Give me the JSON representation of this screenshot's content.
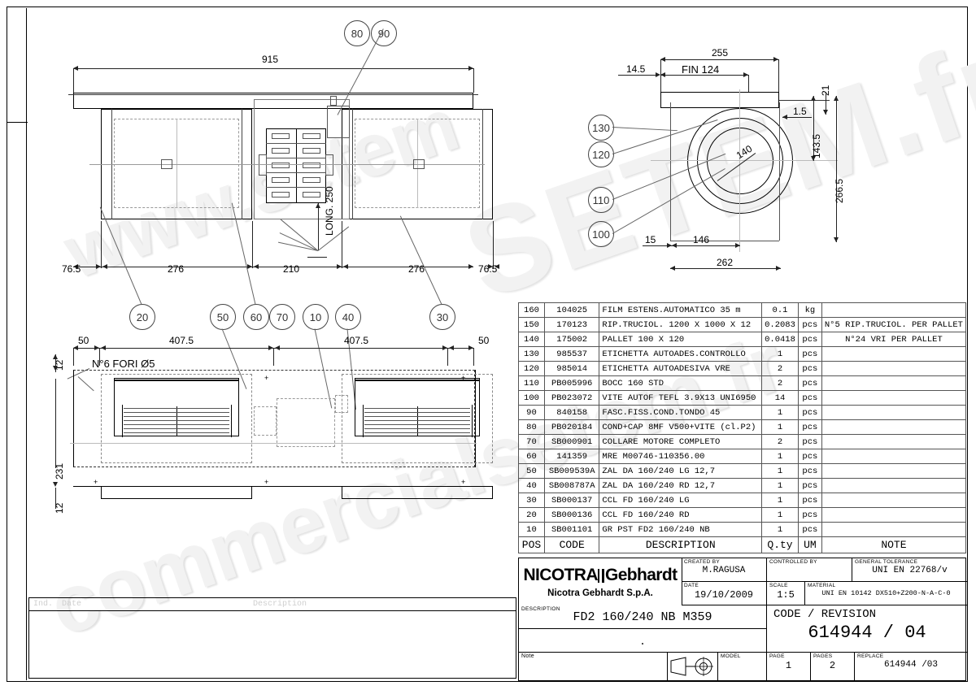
{
  "sheet": {
    "watermark": {
      "line1": "www.setem",
      "line2": "SETEM.fr",
      "line3": "commercialsetem.fr"
    }
  },
  "views": {
    "front": {
      "overall_width": "915",
      "dims_bottom": [
        "76.5",
        "276",
        "210",
        "276",
        "76.5"
      ],
      "note_long": "LONG. 250",
      "balloons_top": [
        "80",
        "90"
      ],
      "balloons_bottom": [
        "20",
        "50",
        "60",
        "70",
        "10",
        "40",
        "30"
      ]
    },
    "plan": {
      "dims_top": [
        "50",
        "407.5",
        "407.5",
        "50"
      ],
      "dims_left": [
        "12",
        "231",
        "12"
      ],
      "note_holes": "N°6 FORI Ø5"
    },
    "section": {
      "dim_255": "255",
      "dim_145": "14.5",
      "dim_fin": "FIN 124",
      "dim_21": "21",
      "dim_15": "1.5",
      "dim_1435": "143.5",
      "dim_2665": "266.5",
      "dim_140": "140",
      "dim_15b": "15",
      "dim_146": "146",
      "dim_262": "262",
      "balloons": [
        "130",
        "120",
        "110",
        "100"
      ]
    }
  },
  "bom": {
    "headers": {
      "pos": "POS",
      "code": "CODE",
      "description": "DESCRIPTION",
      "qty": "Q.ty",
      "um": "UM",
      "note": "NOTE"
    },
    "rows": [
      {
        "pos": "160",
        "code": "104025",
        "description": "FILM ESTENS.AUTOMATICO 35 m",
        "qty": "0.1",
        "um": "kg",
        "note": ""
      },
      {
        "pos": "150",
        "code": "170123",
        "description": "RIP.TRUCIOL. 1200 X 1000 X 12",
        "qty": "0.2083",
        "um": "pcs",
        "note": "N°5 RIP.TRUCIOL. PER PALLET"
      },
      {
        "pos": "140",
        "code": "175002",
        "description": "PALLET 100 X 120",
        "qty": "0.0418",
        "um": "pcs",
        "note": "N°24 VRI PER PALLET"
      },
      {
        "pos": "130",
        "code": "985537",
        "description": "ETICHETTA AUTOADES.CONTROLLO",
        "qty": "1",
        "um": "pcs",
        "note": ""
      },
      {
        "pos": "120",
        "code": "985014",
        "description": "ETICHETTA AUTOADESIVA VRE",
        "qty": "2",
        "um": "pcs",
        "note": ""
      },
      {
        "pos": "110",
        "code": "PB005996",
        "description": "BOCC 160 STD",
        "qty": "2",
        "um": "pcs",
        "note": ""
      },
      {
        "pos": "100",
        "code": "PB023072",
        "description": "VITE AUTOF TEFL 3.9X13 UNI6950",
        "qty": "14",
        "um": "pcs",
        "note": ""
      },
      {
        "pos": "90",
        "code": "840158",
        "description": "FASC.FISS.COND.TONDO  45",
        "qty": "1",
        "um": "pcs",
        "note": ""
      },
      {
        "pos": "80",
        "code": "PB020184",
        "description": "COND+CAP 8MF V500+VITE (cl.P2)",
        "qty": "1",
        "um": "pcs",
        "note": ""
      },
      {
        "pos": "70",
        "code": "SB000901",
        "description": "COLLARE MOTORE COMPLETO",
        "qty": "2",
        "um": "pcs",
        "note": ""
      },
      {
        "pos": "60",
        "code": "141359",
        "description": "MRE M00746-110356.00",
        "qty": "1",
        "um": "pcs",
        "note": ""
      },
      {
        "pos": "50",
        "code": "SB009539A",
        "description": "ZAL DA 160/240 LG   12,7",
        "qty": "1",
        "um": "pcs",
        "note": ""
      },
      {
        "pos": "40",
        "code": "SB008787A",
        "description": "ZAL DA 160/240 RD   12,7",
        "qty": "1",
        "um": "pcs",
        "note": ""
      },
      {
        "pos": "30",
        "code": "SB000137",
        "description": "CCL FD 160/240 LG",
        "qty": "1",
        "um": "pcs",
        "note": ""
      },
      {
        "pos": "20",
        "code": "SB000136",
        "description": "CCL FD 160/240 RD",
        "qty": "1",
        "um": "pcs",
        "note": ""
      },
      {
        "pos": "10",
        "code": "SB001101",
        "description": "GR PST FD2 160/240 NB",
        "qty": "1",
        "um": "pcs",
        "note": ""
      }
    ]
  },
  "titleblock": {
    "company_logo_1": "NICOTRA",
    "company_logo_2": "Gebhardt",
    "company_name": "Nicotra Gebhardt S.p.A.",
    "created_by_label": "CREATED BY",
    "created_by": "M.RAGUSA",
    "controlled_by_label": "CONTROLLED BY",
    "controlled_by": "",
    "general_tolerance_label": "GENERAL TOLERANCE",
    "general_tolerance": "UNI EN 22768/v",
    "date_label": "DATE",
    "date": "19/10/2009",
    "scale_label": "SCALE",
    "scale": "1:5",
    "material_label": "MATERIAL",
    "material": "UNI EN 10142 DX510+Z200-N-A-C-0",
    "description_label": "DESCRIPTION",
    "description": "FD2 160/240 NB M359",
    "description2": ".",
    "code_revision_label": "CODE / REVISION",
    "code_revision": "614944 / 04",
    "note_label": "Note",
    "note": "",
    "model_label": "MODEL",
    "model": "",
    "page_label": "PAGE",
    "page": "1",
    "pages_label": "PAGES",
    "pages": "2",
    "replace_label": "REPLACE",
    "replace": "614944 /03"
  },
  "revision_strip": {
    "col_ind": "Ind.",
    "col_date": "Date",
    "col_description": "Description"
  }
}
